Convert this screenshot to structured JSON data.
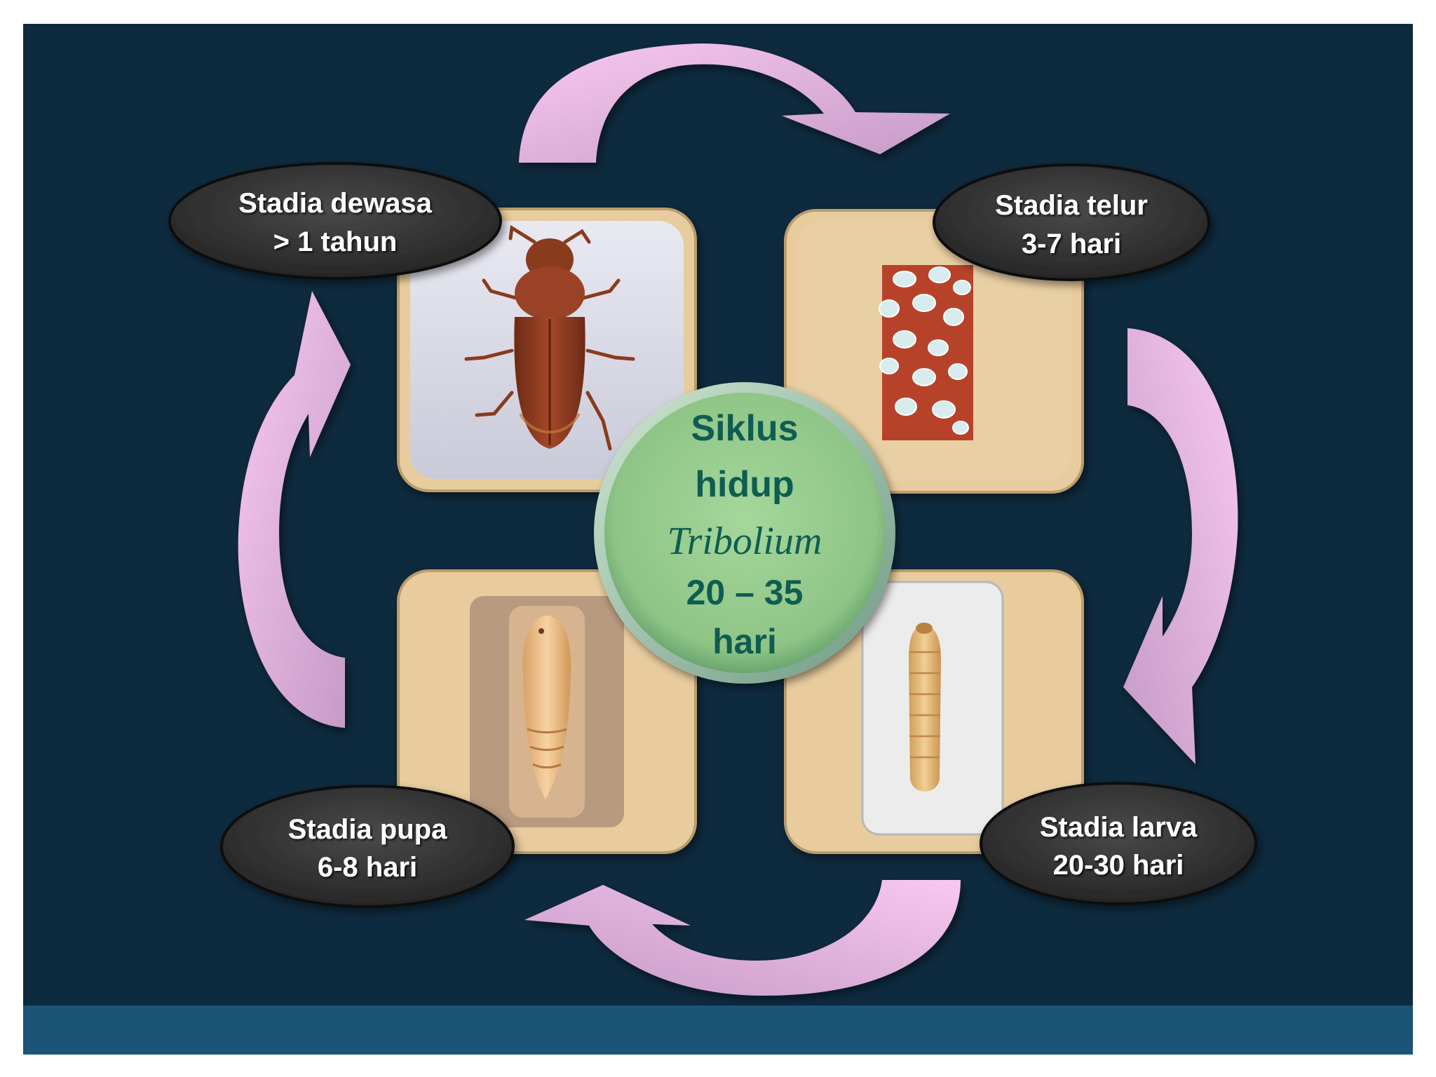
{
  "center": {
    "line1": "Siklus",
    "line2": "hidup",
    "line3": "Tribolium",
    "line4": "20 – 35",
    "line5": "hari"
  },
  "stages": [
    {
      "id": "dewasa",
      "line1": "Stadia dewasa",
      "line2": "> 1 tahun"
    },
    {
      "id": "telur",
      "line1": "Stadia telur",
      "line2": "3-7 hari"
    },
    {
      "id": "larva",
      "line1": "Stadia larva",
      "line2": "20-30  hari"
    },
    {
      "id": "pupa",
      "line1": "Stadia pupa",
      "line2": "6-8 hari"
    }
  ],
  "icons": {
    "dewasa": "adult-beetle-photo",
    "telur": "eggs-photo",
    "larva": "larva-photo",
    "pupa": "pupa-photo",
    "cycle": "cycle-arrow"
  },
  "colors": {
    "background": "#0e2a3e",
    "footer": "#1c5478",
    "frame": "#e8cc9e",
    "arrow_light": "#f7c8f1",
    "arrow_dark": "#c59ac6",
    "center_fill": "#93c98a",
    "center_text": "#0f5d52",
    "label_fill": "#343434"
  }
}
